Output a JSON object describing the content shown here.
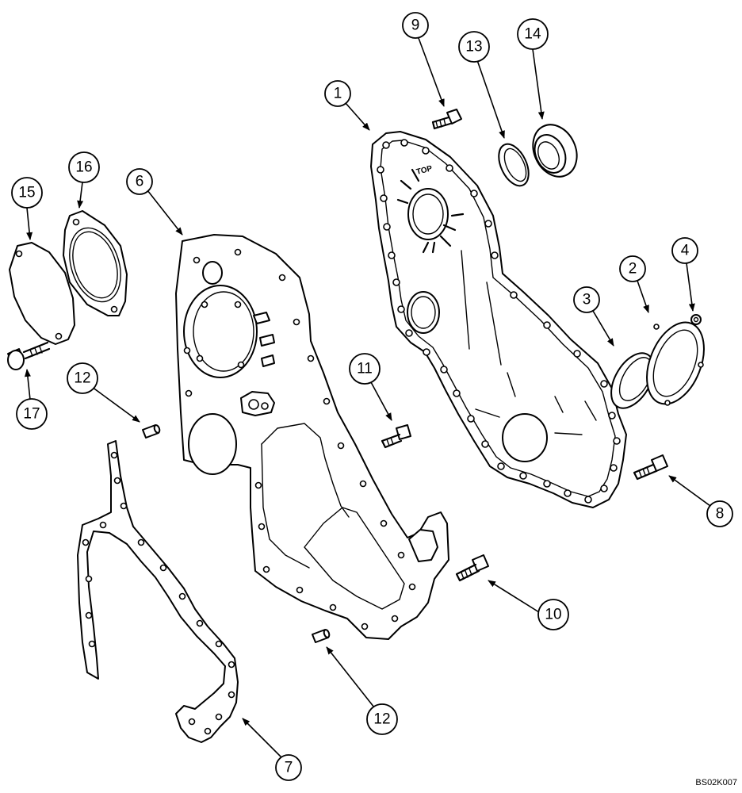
{
  "figure_ref": "BS02K007",
  "stamp_text": "TOP",
  "callouts": {
    "c1": "1",
    "c2": "2",
    "c3": "3",
    "c4": "4",
    "c5": "6",
    "c6": "7",
    "c7": "8",
    "c8": "9",
    "c9": "10",
    "c10": "11",
    "c11": "12",
    "c12": "12",
    "c13": "13",
    "c14": "14",
    "c15": "15",
    "c16": "16",
    "c17": "17"
  }
}
